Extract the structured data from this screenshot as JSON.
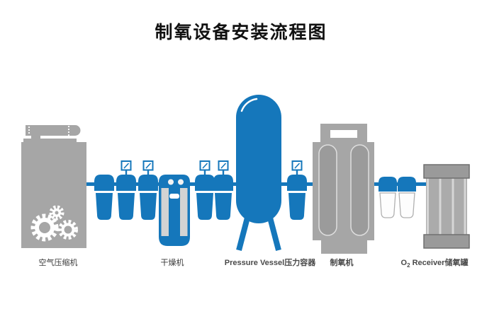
{
  "title": "制氧设备安装流程图",
  "colors": {
    "blue": "#1577bb",
    "gray": "#a6a6a6",
    "grayDark": "#9b9b9b",
    "grayLight": "#d3d3d3",
    "tankBody": "#ababab",
    "tankCap": "#9a9a9a",
    "tankCapBorder": "#6f6f6f"
  },
  "labels": {
    "air_compressor": "空气压缩机",
    "dryer": "干燥机",
    "pressure_vessel": "Pressure Vessel压力容器",
    "oxygen_generator": "制氧机",
    "o2_receiver": {
      "prefix": "O",
      "sub": "2",
      "rest": " Receiver储氧罐"
    }
  }
}
